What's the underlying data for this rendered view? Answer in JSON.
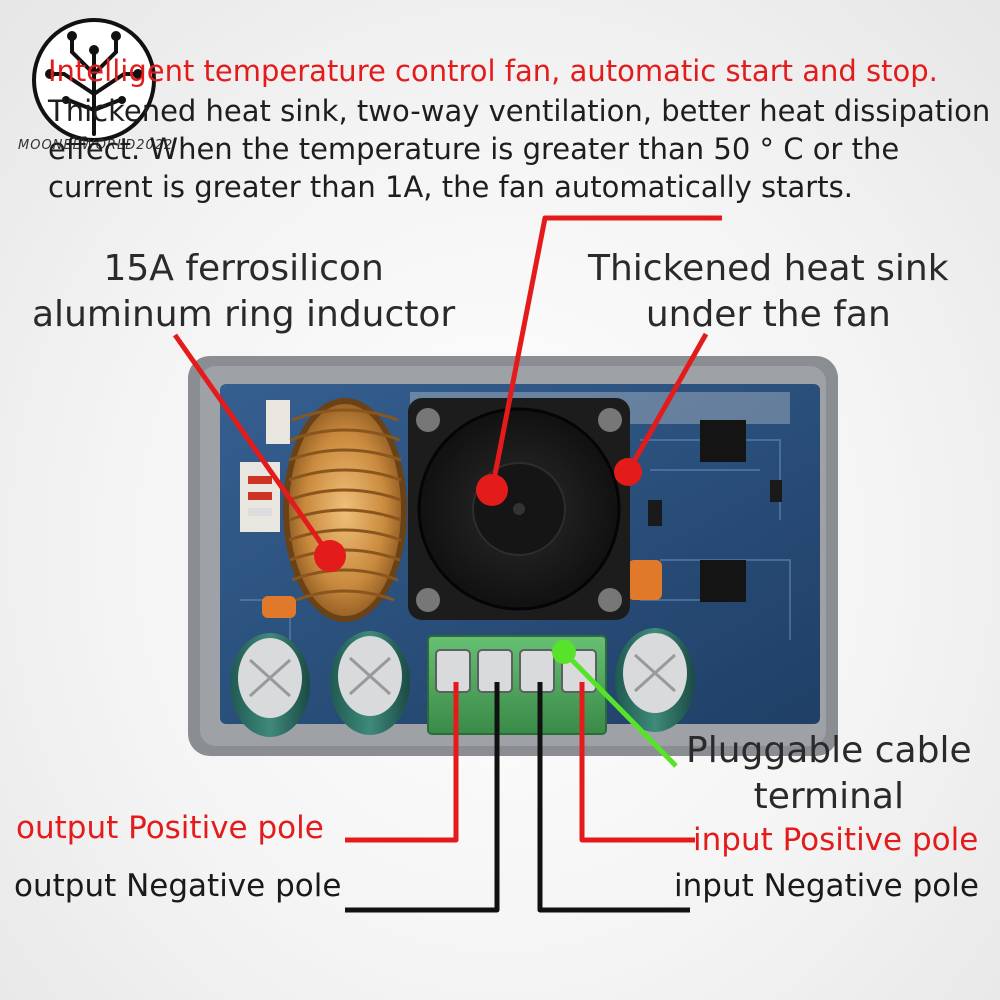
{
  "logo": {
    "text": "MOONEEWORLD2022"
  },
  "headline": "Intelligent temperature control fan, automatic start and stop.",
  "description": "Thickened heat sink, two-way ventilation, better heat dissipation effect. When the temperature is greater than 50 ° C or the current is greater than 1A, the fan automatically starts.",
  "callouts": {
    "inductor": {
      "line1": "15A ferrosilicon",
      "line2": "aluminum ring inductor"
    },
    "heat_sink": {
      "line1": "Thickened heat sink",
      "line2": "under the fan"
    },
    "terminal": {
      "line1": "Pluggable cable",
      "line2": "terminal"
    },
    "output_positive": "output Positive pole",
    "output_negative": "output Negative pole",
    "input_positive": "input Positive pole",
    "input_negative": "input Negative pole"
  },
  "colors": {
    "accent_red": "#e41b1b",
    "accent_green": "#58e32b",
    "pcb_blue": "#2e5582",
    "terminal_green": "#4faa5d",
    "inductor_copper": "#c98a3e"
  }
}
